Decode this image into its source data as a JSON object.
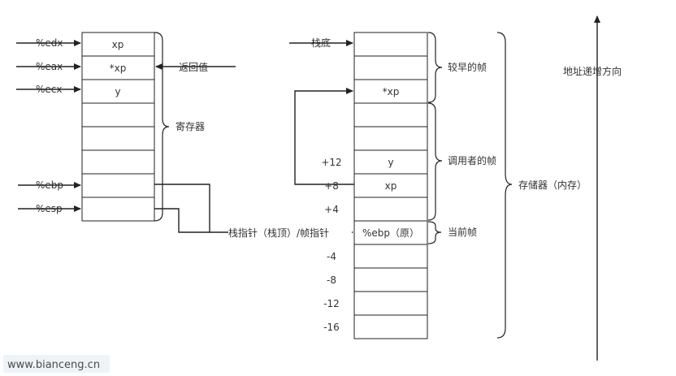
{
  "colors": {
    "yellow": "#fffbc9",
    "light_yellow": "#f3ffcf",
    "green": "#ccffc4",
    "pink": "#ffccf5",
    "cyan": "#ccffff",
    "blue": "#cce0ff"
  },
  "registers": {
    "edx": "%edx",
    "eax": "%eax",
    "ecx": "%ecx",
    "ebp": "%ebp",
    "esp": "%esp",
    "cell_xp": "xp",
    "cell_star_xp": "*xp",
    "cell_y": "y",
    "return_value": "返回值",
    "register_file": "寄存器"
  },
  "stack": {
    "stack_bottom": "栈底",
    "cell_star_xp": "*xp",
    "cell_y": "y",
    "cell_xp": "xp",
    "cell_ebp_orig": "%ebp（原）",
    "offsets": [
      "+12",
      "+8",
      "+4",
      "-4",
      "-8",
      "-12",
      "-16"
    ],
    "pointer_label": "栈指针（栈顶）/帧指针",
    "earlier_frame": "较早的帧",
    "caller_frame": "调用者的帧",
    "current_frame": "当前帧",
    "memory": "存储器（内存）",
    "address_increasing": "地址递增方向"
  },
  "watermark": "www.bianceng.cn"
}
